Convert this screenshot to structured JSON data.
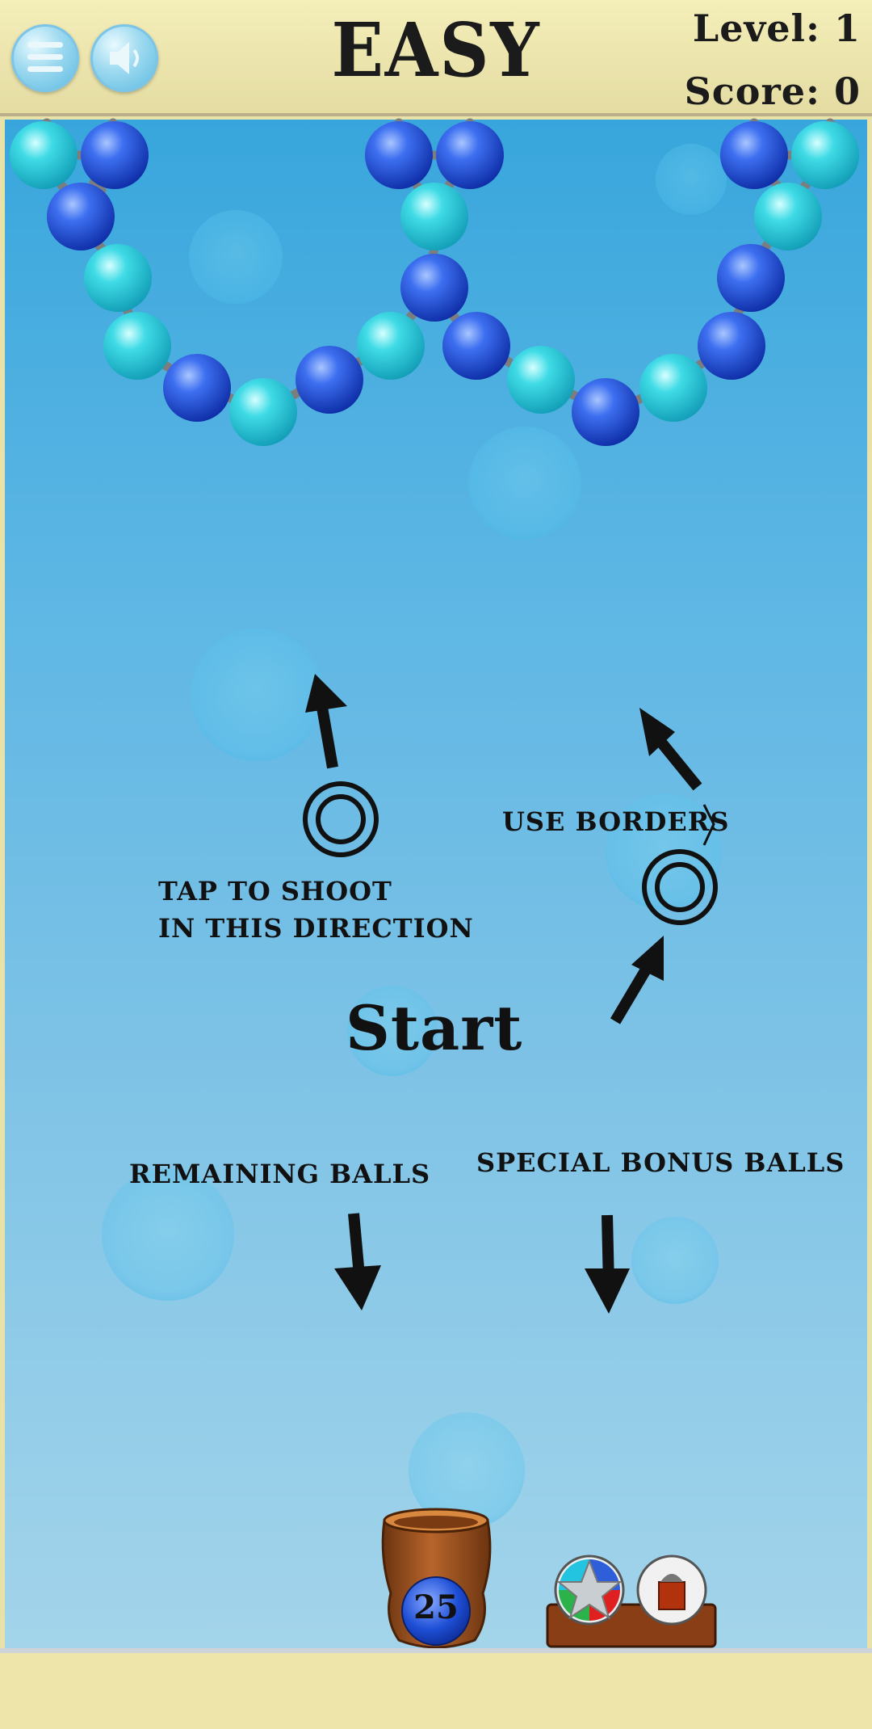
{
  "header": {
    "difficulty": "EASY",
    "level_text": "Level: 1",
    "score_text": "Score: 0"
  },
  "hints": {
    "shoot_line1": "TAP TO SHOOT",
    "shoot_line2": "IN THIS DIRECTION",
    "borders": "USE BORDERS",
    "remaining": "REMAINING BALLS",
    "bonus": "SPECIAL BONUS BALLS"
  },
  "start_label": "Start",
  "remaining_balls": "25",
  "icons": {
    "menu": "menu-icon",
    "sound": "speaker-icon",
    "shooter": "target-icon",
    "bucket": "bucket-icon",
    "bonus_star": "star-ball-icon",
    "bonus_bomb": "bomb-ball-icon"
  },
  "colors": {
    "ball_dark": "#1e4fd6",
    "ball_light": "#2ed0e0",
    "sky_top": "#38a6dc",
    "sky_bottom": "#a3d4ea",
    "bar": "#ede5aa"
  }
}
